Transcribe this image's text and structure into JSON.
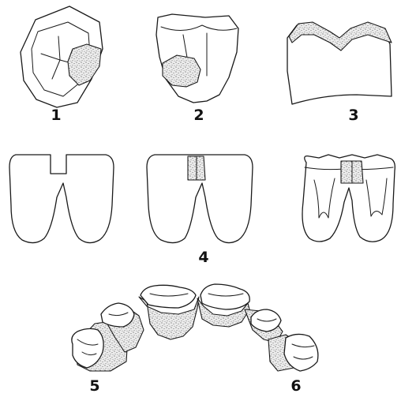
{
  "figure": {
    "labels": {
      "one": "1",
      "two": "2",
      "three": "3",
      "four": "4",
      "five": "5",
      "six": "6"
    },
    "colors": {
      "ink": "#1a1a1a",
      "paper": "#ffffff",
      "stipple": "#555555"
    }
  }
}
